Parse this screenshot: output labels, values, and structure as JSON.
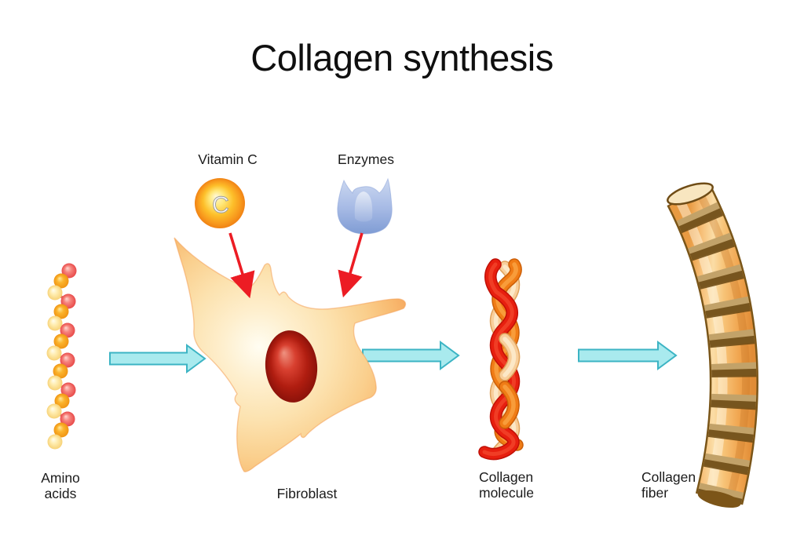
{
  "title": "Collagen synthesis",
  "factors": {
    "vitamin_c": {
      "label": "Vitamin C",
      "symbol": "C"
    },
    "enzymes": {
      "label": "Enzymes"
    }
  },
  "stages": {
    "amino_acids": {
      "label": "Amino acids"
    },
    "fibroblast": {
      "label": "Fibroblast"
    },
    "collagen_molecule": {
      "label": "Collagen molecule"
    },
    "collagen_fiber": {
      "label": "Collagen fiber"
    }
  },
  "colors": {
    "process_arrow_fill": "#a9eaee",
    "process_arrow_border": "#3cb4c4",
    "input_arrow_red": "#ec1c24",
    "vitamin_c_orange": "#f7941e",
    "enzyme_blue": "#9db6e2",
    "cell_body_peach": "#fbd9a0",
    "nucleus_red": "#b01d10",
    "bead_red": "#e84a4a",
    "bead_orange": "#f9a01b",
    "bead_yellow": "#ffedb0",
    "helix_red": "#e71f0f",
    "helix_orange": "#f07c16",
    "helix_cream": "#f8cf9c",
    "fiber_orange": "#f2a54e",
    "fiber_band_brown": "#6f4c16"
  }
}
